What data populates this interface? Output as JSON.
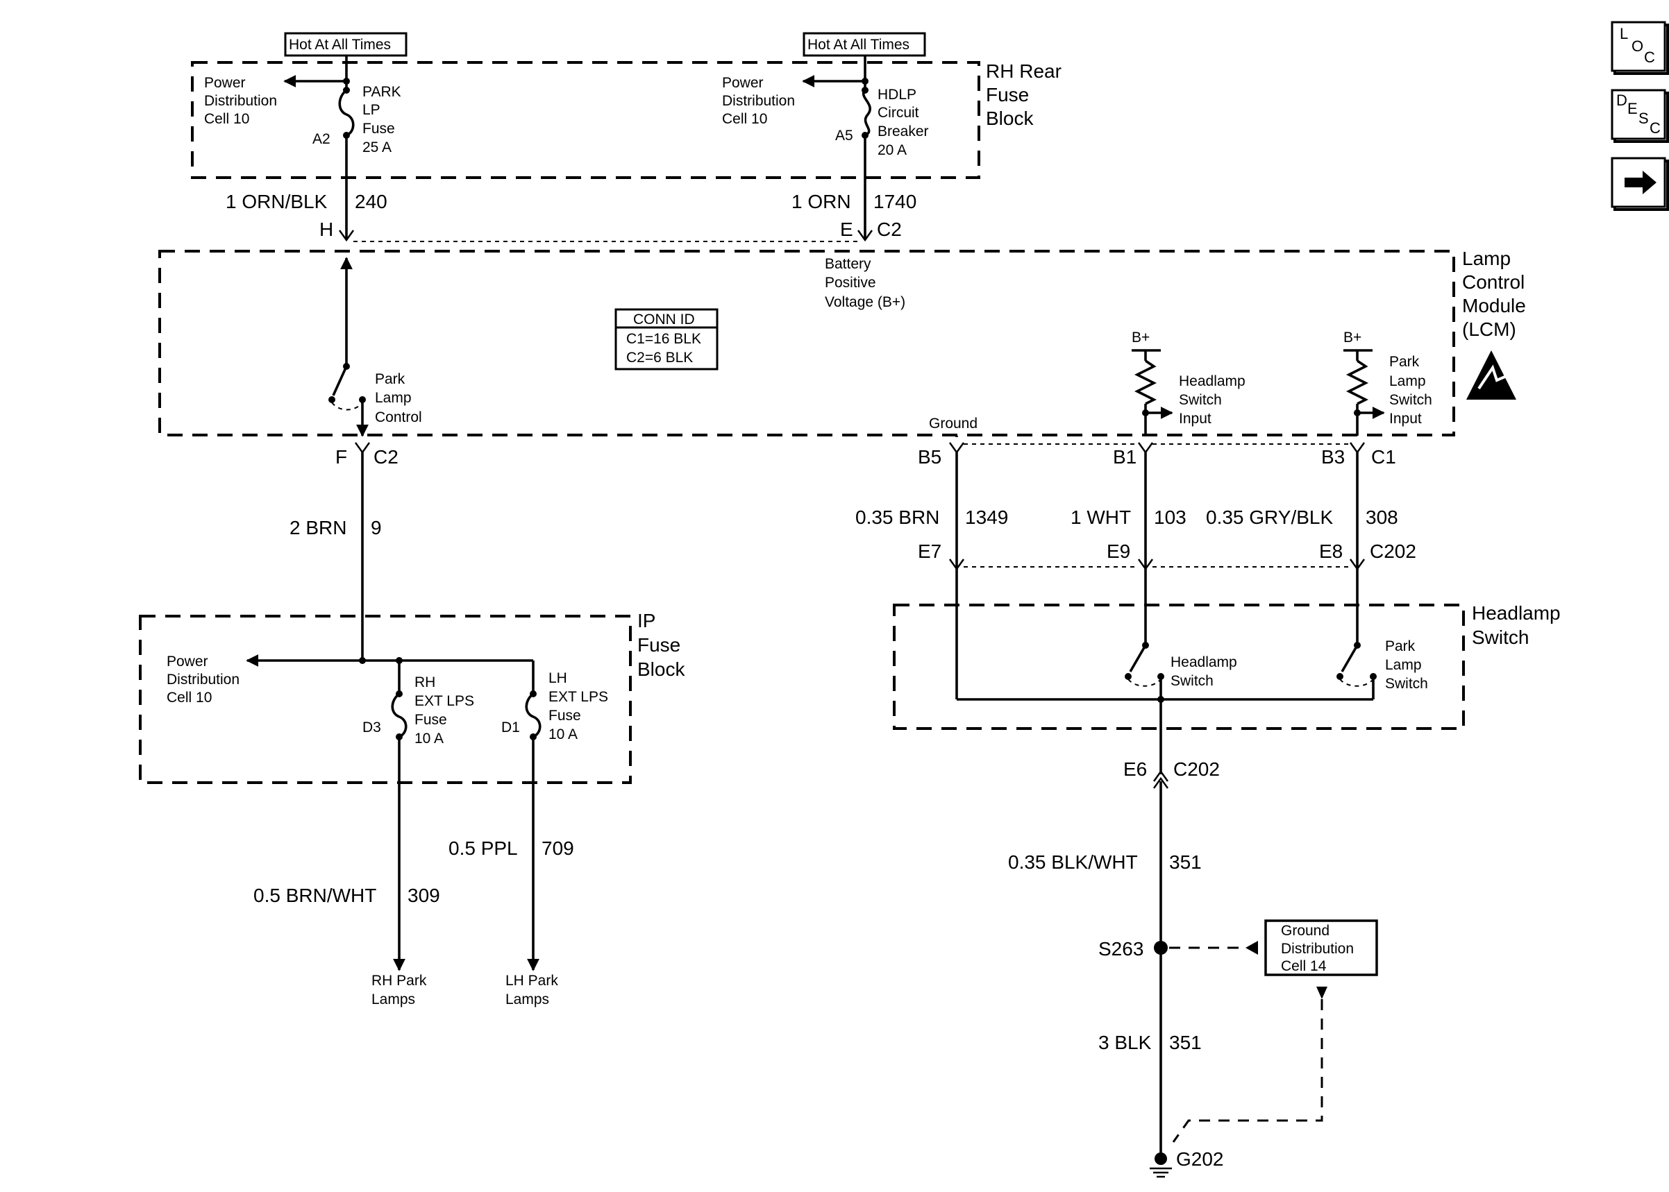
{
  "fuse_block_rear": {
    "title_lines": [
      "RH Rear",
      "Fuse",
      "Block"
    ],
    "hot_left": "Hot At All Times",
    "hot_right": "Hot At All Times",
    "pd_left_lines": [
      "Power",
      "Distribution",
      "Cell 10"
    ],
    "pd_right_lines": [
      "Power",
      "Distribution",
      "Cell 10"
    ],
    "park_fuse_lines": [
      "PARK",
      "LP",
      "Fuse",
      "25 A"
    ],
    "hdlp_breaker_lines": [
      "HDLP",
      "Circuit",
      "Breaker",
      "20 A"
    ],
    "pin_a2": "A2",
    "pin_a5": "A5"
  },
  "wires": {
    "w240_color": "1 ORN/BLK",
    "w240_num": "240",
    "w1740_color": "1 ORN",
    "w1740_num": "1740",
    "w9_color": "2 BRN",
    "w9_num": "9",
    "w1349_color": "0.35 BRN",
    "w1349_num": "1349",
    "w103_color": "1 WHT",
    "w103_num": "103",
    "w308_color": "0.35 GRY/BLK",
    "w308_num": "308",
    "w309_color": "0.5 BRN/WHT",
    "w309_num": "309",
    "w709_color": "0.5 PPL",
    "w709_num": "709",
    "w351a_color": "0.35 BLK/WHT",
    "w351a_num": "351",
    "w351b_color": "3 BLK",
    "w351b_num": "351"
  },
  "lcm": {
    "title_lines": [
      "Lamp",
      "Control",
      "Module",
      "(LCM)"
    ],
    "pin_h": "H",
    "pin_e": "E",
    "conn_c2_top": "C2",
    "batt_lines": [
      "Battery",
      "Positive",
      "Voltage (B+)"
    ],
    "conn_id_title": "CONN ID",
    "conn_id_c1": "C1=16 BLK",
    "conn_id_c2": "C2=6 BLK",
    "park_ctrl_lines": [
      "Park",
      "Lamp",
      "Control"
    ],
    "bplus_1": "B+",
    "bplus_2": "B+",
    "hl_input_lines": [
      "Headlamp",
      "Switch",
      "Input"
    ],
    "pl_input_lines": [
      "Park",
      "Lamp",
      "Switch",
      "Input"
    ],
    "ground_label": "Ground",
    "pin_f": "F",
    "conn_c2_bottom": "C2",
    "pin_b5": "B5",
    "pin_b1": "B1",
    "pin_b3": "B3",
    "conn_c1": "C1"
  },
  "c202": {
    "pin_e7": "E7",
    "pin_e9": "E9",
    "pin_e8": "E8",
    "conn_label_top": "C202",
    "pin_e6": "E6",
    "conn_label_bottom": "C202"
  },
  "ip_fuse_block": {
    "title_lines": [
      "IP",
      "Fuse",
      "Block"
    ],
    "pd_lines": [
      "Power",
      "Distribution",
      "Cell 10"
    ],
    "rh_fuse_lines": [
      "RH",
      "EXT LPS",
      "Fuse",
      "10 A"
    ],
    "lh_fuse_lines": [
      "LH",
      "EXT LPS",
      "Fuse",
      "10 A"
    ],
    "pin_d3": "D3",
    "pin_d1": "D1"
  },
  "loads": {
    "rh_park_lines": [
      "RH Park",
      "Lamps"
    ],
    "lh_park_lines": [
      "LH Park",
      "Lamps"
    ]
  },
  "headlamp_switch": {
    "title_lines": [
      "Headlamp",
      "Switch"
    ],
    "hl_switch_lines": [
      "Headlamp",
      "Switch"
    ],
    "pl_switch_lines": [
      "Park",
      "Lamp",
      "Switch"
    ]
  },
  "ground": {
    "splice": "S263",
    "gd_lines": [
      "Ground",
      "Distribution",
      "Cell 14"
    ],
    "ground_point": "G202"
  },
  "nav": {
    "loc": [
      "L",
      "O",
      "C"
    ],
    "desc": [
      "D",
      "E",
      "S",
      "C"
    ],
    "next_icon": "arrow-right-icon"
  }
}
